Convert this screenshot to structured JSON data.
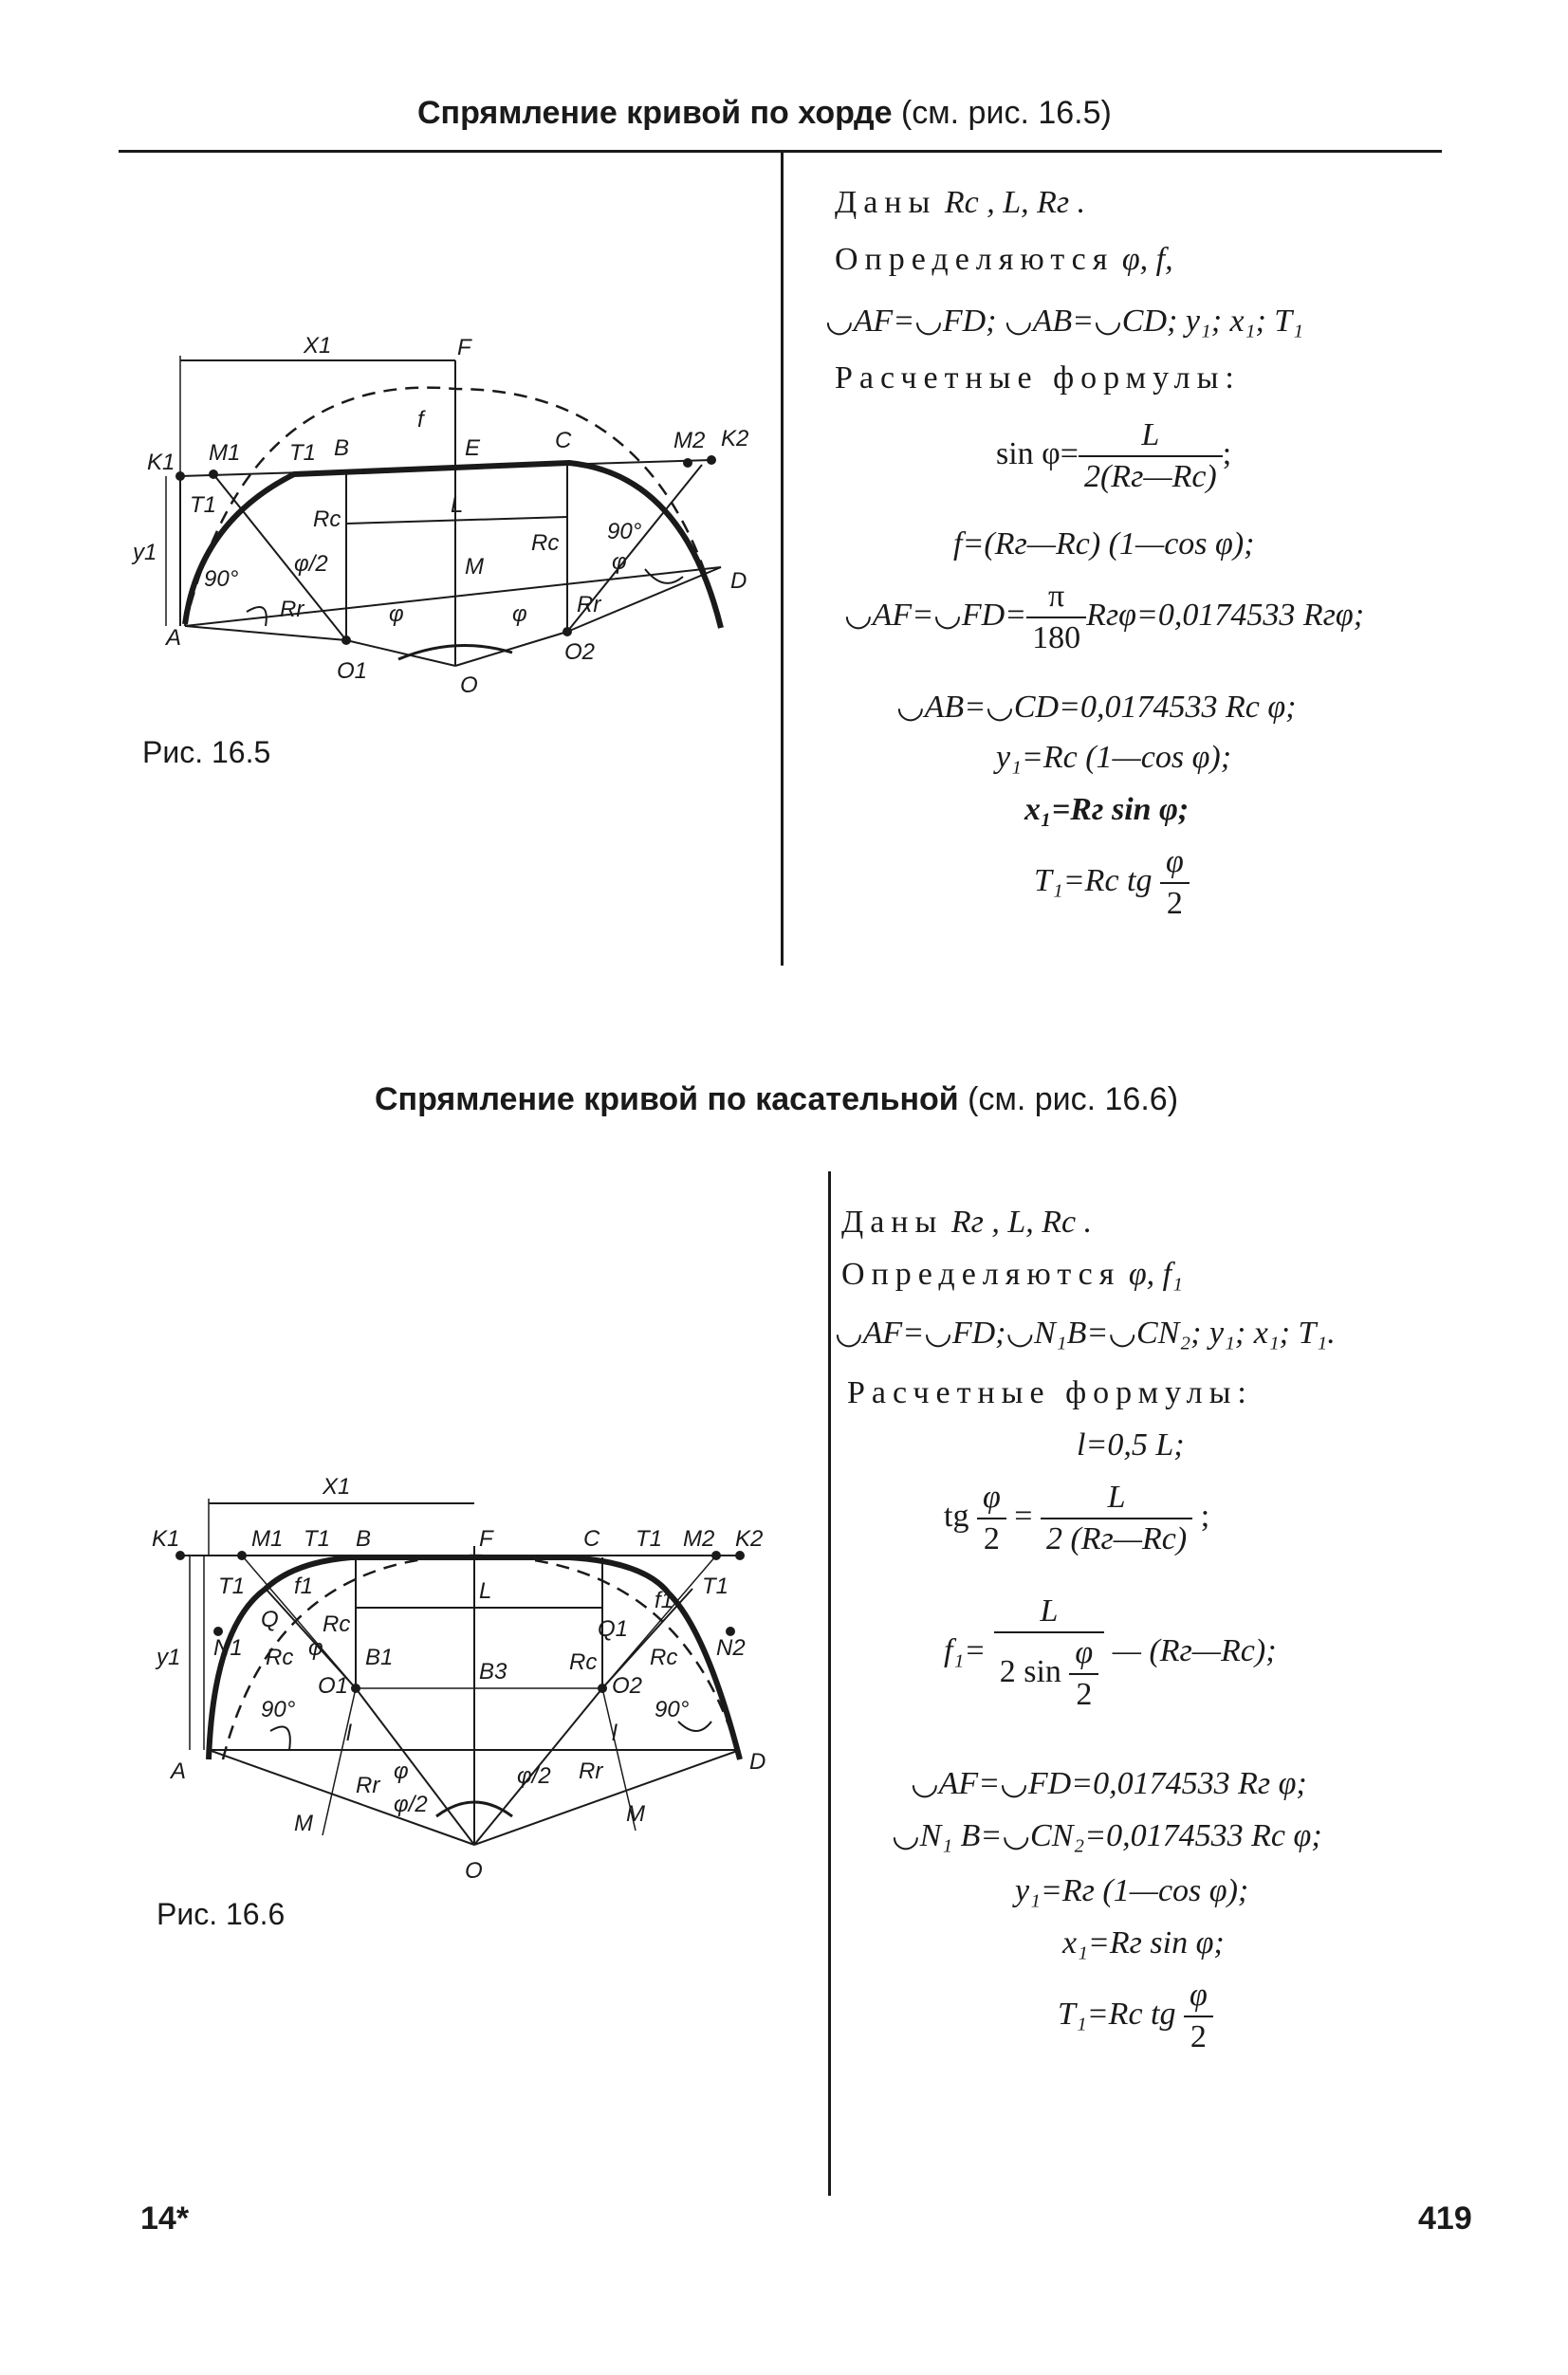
{
  "section1": {
    "title_bold": "Спрямление кривой по хорде",
    "title_ref": "(см. рис. 16.5)",
    "figure_caption": "Рис. 16.5",
    "given_label": "Даны",
    "given_vars": "Rс , L, Rг .",
    "determined_label": "Определяются",
    "determined_vars": "φ, f,",
    "arcs_line": "◡AF=◡FD;  ◡AB=◡CD;  y₁; x₁; T₁",
    "formulas_label": "Расчетные формулы:",
    "formulas": {
      "sin_lhs": "sin φ=",
      "sin_num": "L",
      "sin_den": "2(Rг—Rс)",
      "sin_tail": ";",
      "f_eq": "f=(Rг—Rс) (1—cos φ);",
      "af_lhs": "◡AF=◡FD=",
      "af_num": "π",
      "af_den": "180",
      "af_tail": "Rгφ=0,0174533 Rгφ;",
      "ab_eq": "◡AB=◡CD=0,0174533 Rс φ;",
      "y1_eq": "y₁=Rс (1—cos φ);",
      "x1_eq": "x₁=Rг sin φ;",
      "t1_lhs": "T₁=Rс tg",
      "t1_num": "φ",
      "t1_den": "2"
    },
    "figure_labels": {
      "x1": "X1",
      "F": "F",
      "f": "f",
      "K1": "K1",
      "M1": "M1",
      "T1a": "T1",
      "B": "B",
      "E": "E",
      "C": "C",
      "M2": "M2",
      "K2": "K2",
      "T1b": "T1",
      "y1": "y1",
      "Rc1": "Rc",
      "L": "L",
      "Rc2": "Rc",
      "deg90a": "90°",
      "deg90b": "90°",
      "phi2": "φ/2",
      "phi_b": "φ",
      "A": "A",
      "Rr1": "Rr",
      "M": "M",
      "phi_l": "φ",
      "phi_r": "φ",
      "Rr2": "Rr",
      "D": "D",
      "O1": "O1",
      "O": "O",
      "O2": "O2"
    }
  },
  "section2": {
    "title_bold": "Спрямление кривой по касательной",
    "title_ref": "(см. рис. 16.6)",
    "figure_caption": "Рис. 16.6",
    "given_label": "Даны",
    "given_vars": "Rг , L, Rс .",
    "determined_label": "Определяются",
    "determined_vars": "φ, f₁",
    "arcs_line": "◡AF=◡FD;◡N₁B=◡CN₂; y₁; x₁; T₁.",
    "formulas_label": "Расчетные формулы:",
    "formulas": {
      "l_eq": "l=0,5 L;",
      "tg_lhs": "tg",
      "tg_num": "φ",
      "tg_den": "2",
      "tg_eq": "=",
      "tg_rnum": "L",
      "tg_rden": "2 (Rг—Rс)",
      "tg_tail": ";",
      "f1_lhs": "f₁=",
      "f1_num": "L",
      "f1_den_a": "2 sin",
      "f1_den_num": "φ",
      "f1_den_den": "2",
      "f1_tail": "— (Rг—Rс);",
      "af_eq": "◡AF=◡FD=0,0174533 Rг φ;",
      "nb_eq": "◡N₁ B=◡CN₂=0,0174533 Rс φ;",
      "y1_eq": "y₁=Rг (1—cos φ);",
      "x1_eq": "x₁=Rг sin φ;",
      "t1_lhs": "T₁=Rс tg",
      "t1_num": "φ",
      "t1_den": "2"
    },
    "figure_labels": {
      "x1": "X1",
      "K1": "K1",
      "M1": "M1",
      "T1a": "T1",
      "B": "B",
      "F": "F",
      "C": "C",
      "T1b": "T1",
      "M2": "M2",
      "K2": "K2",
      "T1c": "T1",
      "f1a": "f1",
      "Rc1": "Rc",
      "L": "L",
      "Rc2": "Rc",
      "Q1": "Q1",
      "f1b": "f1",
      "T1d": "T1",
      "y1": "y1",
      "N1": "N1",
      "Q": "Q",
      "Rc3": "Rc",
      "phi_a": "φ",
      "B1": "B1",
      "B3": "B3",
      "Rc4": "Rc",
      "N2": "N2",
      "O1": "O1",
      "O2": "O2",
      "deg90a": "90°",
      "deg90b": "90°",
      "l1": "l",
      "l2": "l",
      "A": "A",
      "D": "D",
      "Rr1": "Rr",
      "phi_b": "φ",
      "phi2a": "φ/2",
      "phi2b": "φ/2",
      "Rr2": "Rr",
      "M1b": "M",
      "M2b": "M",
      "O": "O"
    }
  },
  "footer": {
    "left": "14*",
    "right": "419"
  }
}
